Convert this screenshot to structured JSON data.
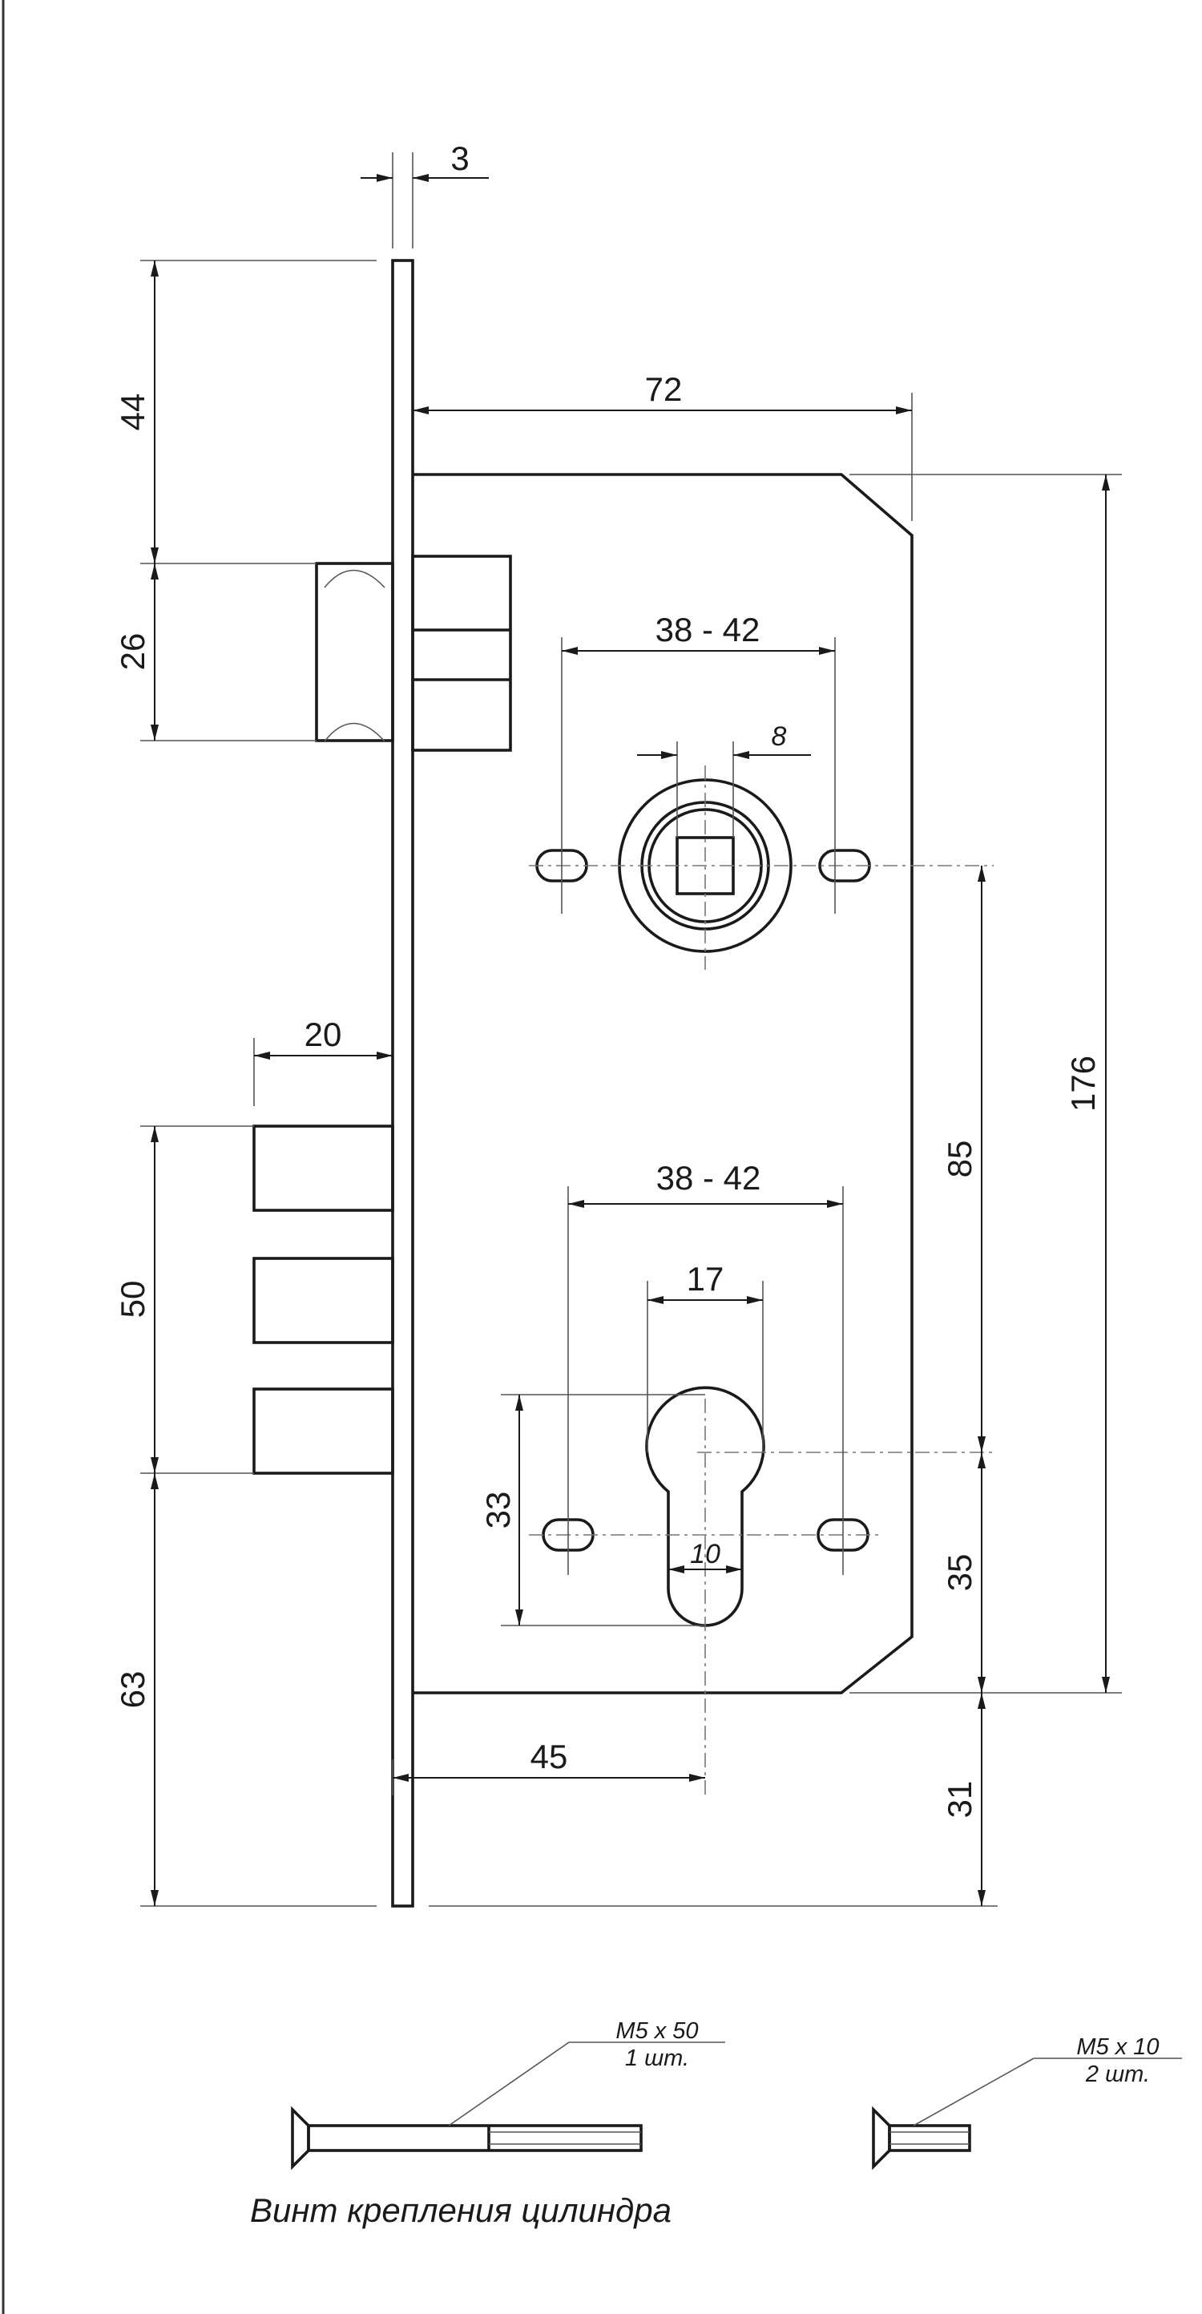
{
  "drawing": {
    "dimensions": {
      "faceplate_thickness": "3",
      "backset_to_case_edge": "72",
      "top_to_latch": "44",
      "latch_height": "26",
      "handle_hole_spacing": "38 - 42",
      "spindle_square": "8",
      "bolt_throw": "20",
      "bolts_span": "50",
      "cylinder_hole_spacing": "38 - 42",
      "cylinder_width": "17",
      "cylinder_height": "33",
      "cylinder_slot": "10",
      "bottom_to_bolts": "63",
      "backset": "45",
      "case_height": "176",
      "handle_to_cylinder": "85",
      "cylinder_to_case_bottom": "35",
      "case_bottom_to_plate_end": "31"
    },
    "screws": [
      {
        "size": "M5 x 50",
        "qty": "1 шт."
      },
      {
        "size": "M5 x 10",
        "qty": "2 шт."
      }
    ],
    "caption": "Винт крепления цилиндра"
  }
}
